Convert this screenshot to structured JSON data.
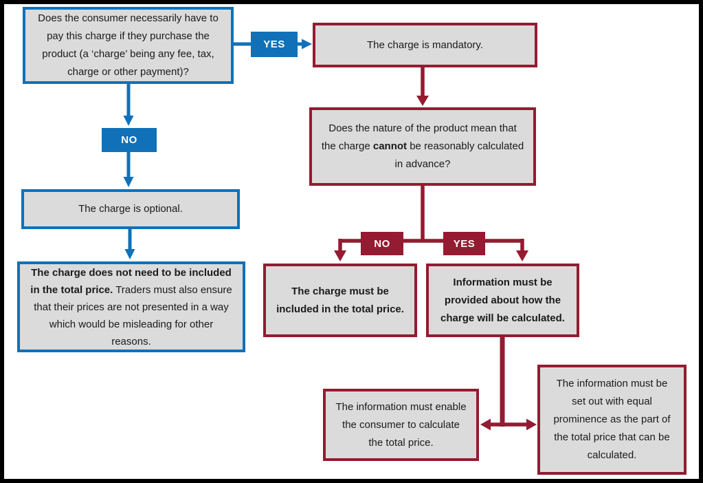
{
  "diagram": {
    "type": "flowchart",
    "colors": {
      "blue": "#1071B8",
      "maroon": "#941B31",
      "node_fill": "#DBDBDB",
      "outer_border": "#000000",
      "text": "#1A1A1A"
    },
    "nodes": {
      "question_mandatory": {
        "text": "Does the consumer necessarily have to pay this charge if they purchase the product (a ‘charge’ being any fee, tax, charge or other payment)?"
      },
      "charge_mandatory": {
        "text": "The charge is mandatory."
      },
      "charge_optional": {
        "text": "The charge is optional."
      },
      "not_in_total_price": {
        "bold": "The charge does not need to be included in the total price.",
        "rest": "  Traders must also ensure that their prices are not presented in a way which would be misleading for other reasons."
      },
      "cannot_calculate_question": {
        "pre": "Does the nature of the product mean that the charge ",
        "bold": "cannot",
        "post": " be reasonably calculated in advance?"
      },
      "must_include": {
        "text": "The charge must be included in the total price."
      },
      "info_provided": {
        "text": "Information must be provided about how the charge will be calculated."
      },
      "enable_calculate": {
        "text": "The information must enable the consumer to calculate the total price."
      },
      "equal_prominence": {
        "text": "The information must be set out with equal prominence as the part of the total price that can be calculated."
      }
    },
    "labels": {
      "yes_top": "YES",
      "no_left": "NO",
      "no_branch": "NO",
      "yes_branch": "YES"
    }
  }
}
